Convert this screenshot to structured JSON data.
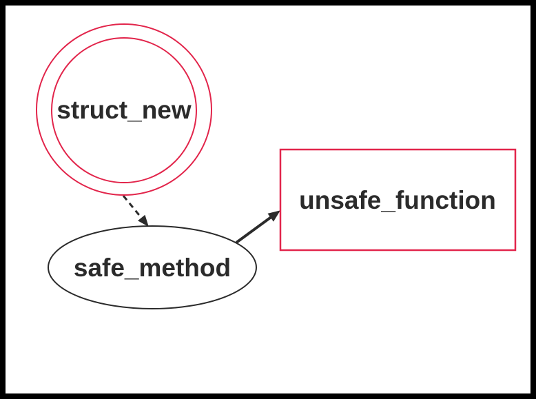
{
  "frame": {
    "border_color": "#000000",
    "background_color": "#ffffff"
  },
  "diagram": {
    "type": "call-graph",
    "colors": {
      "accent_red": "#e2254b",
      "ink": "#2b2b2b",
      "background": "#ffffff",
      "frame": "#000000"
    },
    "nodes": [
      {
        "id": "struct_new",
        "label": "struct_new",
        "shape": "doublecircle",
        "stroke_color": "#e2254b"
      },
      {
        "id": "safe_method",
        "label": "safe_method",
        "shape": "ellipse",
        "stroke_color": "#2b2b2b"
      },
      {
        "id": "unsafe_function",
        "label": "unsafe_function",
        "shape": "rectangle",
        "stroke_color": "#e2254b"
      }
    ],
    "edges": [
      {
        "from": "struct_new",
        "to": "safe_method",
        "style": "dashed",
        "color": "#2b2b2b"
      },
      {
        "from": "safe_method",
        "to": "unsafe_function",
        "style": "solid",
        "color": "#2b2b2b"
      }
    ]
  }
}
